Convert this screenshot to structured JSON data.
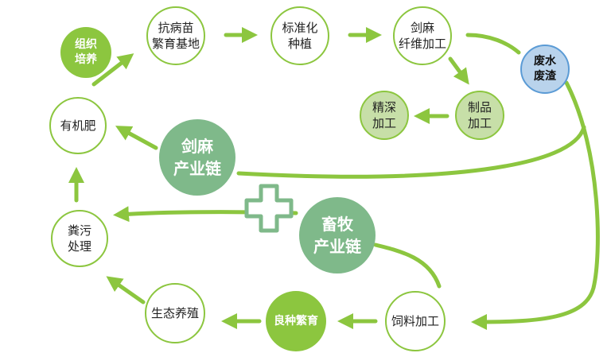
{
  "colors": {
    "accent": "#8cc63f",
    "chain": "#7fb98a",
    "waste_fill": "#b9d3ec",
    "waste_border": "#5b9bd5",
    "pale": "#c7dfa8"
  },
  "nodes": {
    "tissue_culture": {
      "line1": "组织",
      "line2": "培养"
    },
    "seedling_base": {
      "line1": "抗病苗",
      "line2": "繁育基地"
    },
    "standard_planting": {
      "line1": "标准化",
      "line2": "种植"
    },
    "sisal_fiber": {
      "line1": "剑麻",
      "line2": "纤维加工"
    },
    "waste": {
      "line1": "废水",
      "line2": "废渣"
    },
    "product_processing": {
      "line1": "制品",
      "line2": "加工"
    },
    "deep_processing": {
      "line1": "精深",
      "line2": "加工"
    },
    "organic_fertilizer": {
      "line1": "有机肥"
    },
    "sisal_chain": {
      "line1": "剑麻",
      "line2": "产业链"
    },
    "livestock_chain": {
      "line1": "畜牧",
      "line2": "产业链"
    },
    "manure_treatment": {
      "line1": "粪污",
      "line2": "处理"
    },
    "eco_breeding": {
      "line1": "生态养殖"
    },
    "breed_propagation": {
      "line1": "良种繁育"
    },
    "feed_processing": {
      "line1": "饲料加工"
    }
  }
}
